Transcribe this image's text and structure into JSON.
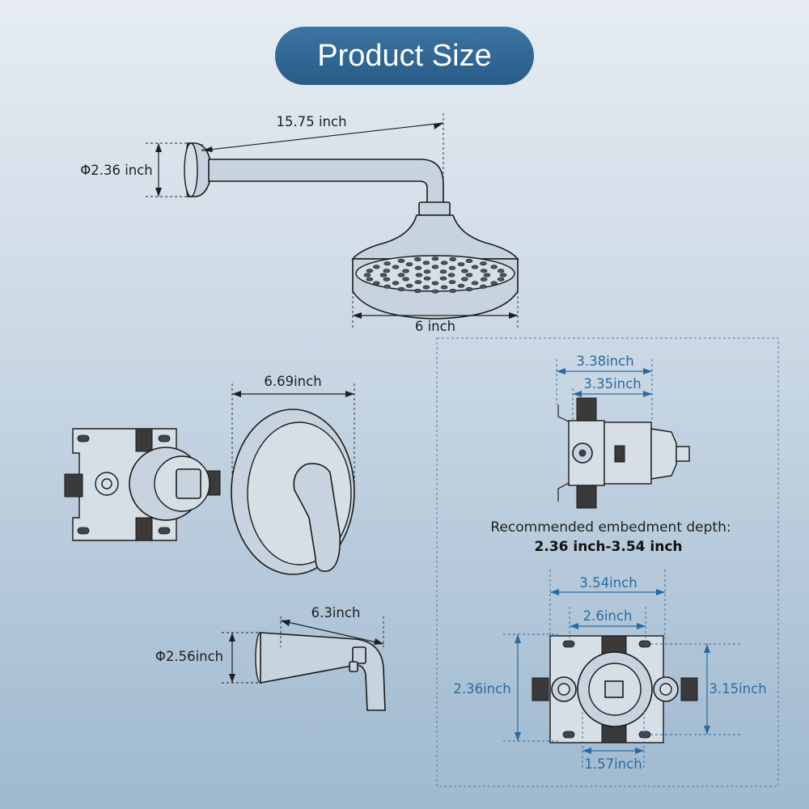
{
  "title": "Product Size",
  "colors": {
    "title_bg": "#2f6893",
    "dimension_blue": "#2a6aa0",
    "line_dark": "#1f1f1f"
  },
  "dimensions": {
    "arm_length": "15.75 inch",
    "flange_diameter": "Φ2.36 inch",
    "head_width": "6 inch",
    "trim_plate_width": "6.69inch",
    "spout_length": "6.3inch",
    "spout_diameter": "Φ2.56inch",
    "valve_side_outer": "3.38inch",
    "valve_side_inner": "3.35inch",
    "valve_front_width": "3.54inch",
    "valve_front_inner": "2.6inch",
    "valve_front_height_left": "2.36inch",
    "valve_front_height_right": "3.15inch",
    "valve_front_bottom": "1.57inch"
  },
  "note": {
    "line1": "Recommended embedment depth:",
    "line2": "2.36 inch-3.54 inch"
  },
  "icons": [
    "shower-arm-drawing",
    "shower-head-drawing",
    "valve-body-drawing",
    "trim-plate-drawing",
    "tub-spout-drawing",
    "valve-side-view-drawing",
    "valve-front-view-drawing"
  ]
}
